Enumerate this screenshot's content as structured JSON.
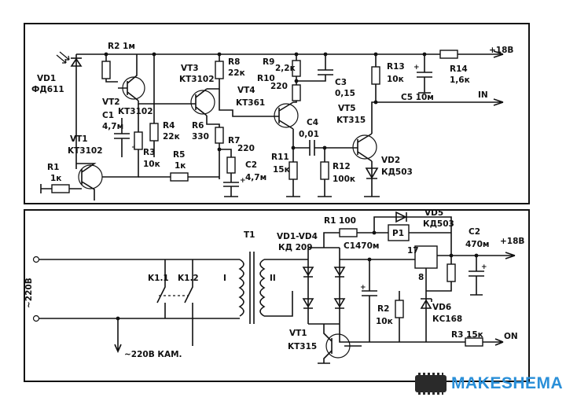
{
  "top_schematic": {
    "supply_voltage": "+18В",
    "output_label": "IN",
    "labels": {
      "vd1_ref": "VD1",
      "vd1_type": "ФД611",
      "r2": "R2 1м",
      "vt2_ref": "VT2",
      "vt2_type": "KT3102",
      "vt3_ref": "VT3",
      "vt3_type": "KT3102",
      "r8_ref": "R8",
      "r8_val": "22к",
      "r9_ref": "R9",
      "r9_val": "2,2к",
      "r10_ref": "R10",
      "r10_val": "220",
      "c3_ref": "C3",
      "c3_val": "0,15",
      "r13_ref": "R13",
      "r13_val": "10к",
      "r14_ref": "R14",
      "r14_val": "1,6к",
      "c5": "C5 10м",
      "vt4_ref": "VT4",
      "vt4_type": "KT361",
      "vt5_ref": "VT5",
      "vt5_type": "KT315",
      "c1_ref": "C1",
      "c1_val": "4,7м",
      "r4_ref": "R4",
      "r4_val": "22к",
      "r6_ref": "R6",
      "r6_val": "330",
      "r7_ref": "R7",
      "r7_val": "220",
      "c4_ref": "C4",
      "c4_val": "0,01",
      "vt1_ref": "VT1",
      "vt1_type": "KT3102",
      "r3_ref": "R3",
      "r3_val": "10к",
      "r5_ref": "R5",
      "r5_val": "1к",
      "c2_ref": "C2",
      "c2_val": "4,7м",
      "r11_ref": "R11",
      "r11_val": "15к",
      "r12_ref": "R12",
      "r12_val": "100к",
      "vd2_ref": "VD2",
      "vd2_type": "КД503",
      "r1_ref": "R1",
      "r1_val": "1к"
    }
  },
  "bottom_schematic": {
    "mains_label": "~220В",
    "cam_label": "~220В КАМ.",
    "output_voltage": "+18В",
    "on_label": "ON",
    "labels": {
      "t1": "T1",
      "prim": "I",
      "sec": "II",
      "k11": "K1.1",
      "k12": "K1.2",
      "vd1vd4": "VD1-VD4",
      "kd209": "КД 209",
      "r1": "R1 100",
      "vd5_ref": "VD5",
      "vd5_type": "КД503",
      "p1": "P1",
      "c2_ref": "C2",
      "c2_val": "470м",
      "c1_ref": "C1",
      "c1_val": "470м",
      "pin17": "17",
      "pin8": "8",
      "r2_ref": "R2",
      "r2_val": "10к",
      "vd6_ref": "VD6",
      "vd6_type": "КС168",
      "vt1_ref": "VT1",
      "vt1_type": "KT315",
      "r3": "R3 15к"
    }
  },
  "watermark": {
    "text": "MAKESHEMA",
    "color": "#2a8fd8"
  }
}
